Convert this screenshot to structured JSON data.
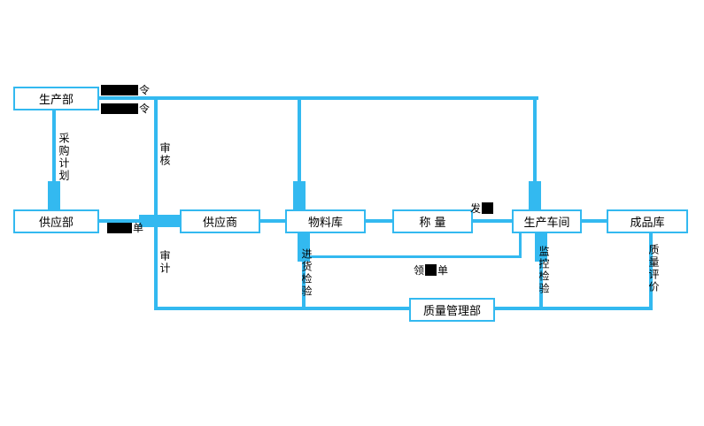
{
  "colors": {
    "line": "#33b9f0",
    "text": "#000000",
    "redaction": "#000000",
    "background": "#ffffff"
  },
  "nodes": {
    "production_dept": "生产部",
    "supply_dept": "供应部",
    "supplier": "供应商",
    "material_warehouse": "物料库",
    "weighing": "称 量",
    "production_workshop": "生产车间",
    "finished_goods_warehouse": "成品库",
    "quality_management_dept": "质量管理部"
  },
  "edge_labels": {
    "procurement_plan": "采购计划",
    "review": "审核",
    "audit": "审计",
    "incoming_inspection": "进货检验",
    "monitoring_inspection": "监控检验",
    "quality_evaluation": "质量评价",
    "instruction_suffix": "令",
    "order_suffix": "单",
    "requisition_prefix": "领",
    "requisition_suffix": "单",
    "dispatch_prefix": "发"
  }
}
